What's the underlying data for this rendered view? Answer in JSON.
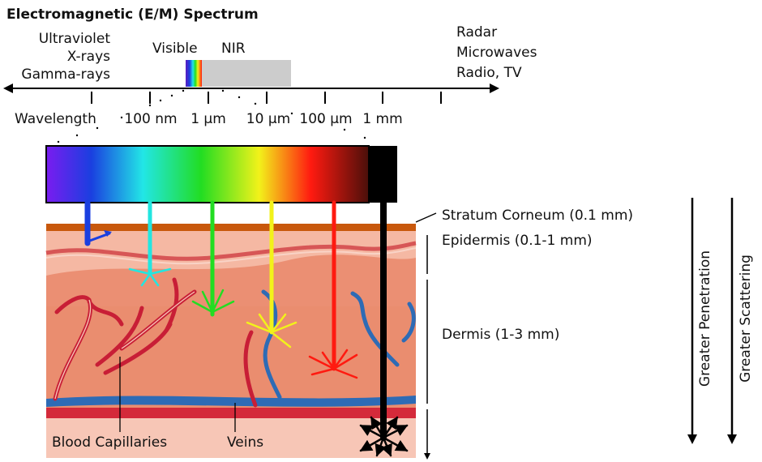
{
  "title": "Electromagnetic (E/M) Spectrum",
  "left_labels": [
    "Ultraviolet",
    "X-rays",
    "Gamma-rays"
  ],
  "right_labels": [
    "Radar",
    "Microwaves",
    "Radio, TV"
  ],
  "band_labels": {
    "visible": "Visible",
    "nir": "NIR"
  },
  "wavelength_label": "Wavelength",
  "ticks": [
    "100 nm",
    "1 µm",
    "10 µm",
    "100 µm",
    "1 mm"
  ],
  "layers": [
    {
      "name": "Stratum Corneum (0.1 mm)"
    },
    {
      "name": "Epidermis (0.1-1 mm)"
    },
    {
      "name": "Dermis (1-3 mm)"
    }
  ],
  "vessel_labels": {
    "capillaries": "Blood Capillaries",
    "veins": "Veins"
  },
  "trends": [
    "Greater Penetration",
    "Greater Scattering"
  ],
  "colors": {
    "stratum": "#c8580c",
    "epidermis": "#f5b8a3",
    "dermis": "#eb8f73",
    "subcutis": "#f7c6b6",
    "capillary": "#d42a3a",
    "vein": "#2e6bb5",
    "nir_band": "#cccccc"
  },
  "beam_colors": [
    "#1a3fe0",
    "#22e6e0",
    "#22dd22",
    "#f2f21a",
    "#ff1a10",
    "#000000"
  ]
}
